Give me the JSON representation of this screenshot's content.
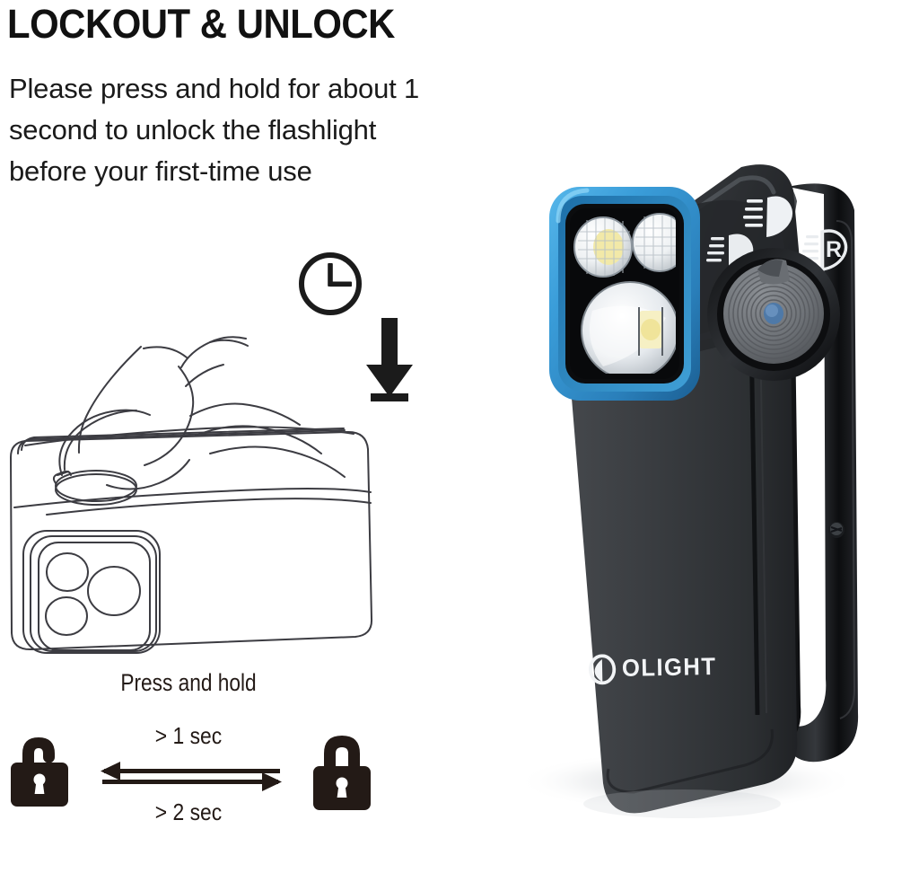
{
  "page": {
    "background_color": "#ffffff",
    "text_color": "#111111"
  },
  "header": {
    "title": "LOCKOUT & UNLOCK",
    "subtitle": "Please press and hold for about 1 second to unlock the flashlight before your first-time use"
  },
  "instruction_diagram": {
    "clock_icon_name": "clock-icon",
    "down_arrow_icon_name": "down-arrow-icon",
    "lineart_name": "hand-pressing-button-illustration",
    "press_hold_label": "Press and hold"
  },
  "lock_states": {
    "unlocked_icon_label": "unlocked-padlock-icon",
    "locked_icon_label": "locked-padlock-icon",
    "unlock_duration": "> 1 sec",
    "lock_duration": "> 2 sec",
    "arrow_to_unlock_direction": "left",
    "arrow_to_lock_direction": "right"
  },
  "product": {
    "brand": "OLIGHT",
    "bezel_color": "#3a9dd9",
    "body_color": "#2f3134",
    "accent_dot_color": "#4e79a8",
    "mode_icons": [
      {
        "name": "low-beam-icon",
        "label": "low beam"
      },
      {
        "name": "high-beam-icon",
        "label": "high beam"
      },
      {
        "name": "red-light-icon",
        "label": "R"
      }
    ],
    "dial_name": "mode-selector-dial",
    "clip_name": "pocket-clip"
  }
}
